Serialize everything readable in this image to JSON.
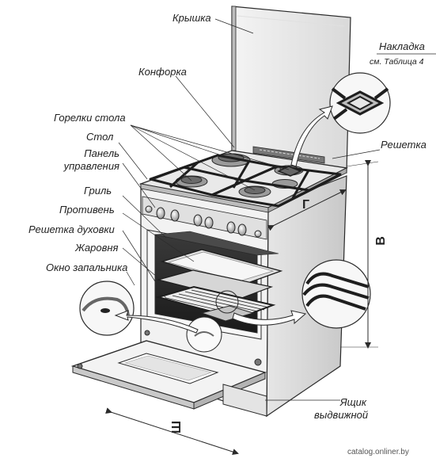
{
  "labels": {
    "lid": "Крышка",
    "burner": "Конфорка",
    "overlay": "Накладка",
    "overlay_note": "см. Таблица 4",
    "table_burners": "Горелки стола",
    "table": "Стол",
    "panel_line1": "Панель",
    "panel_line2": "управления",
    "grate": "Решетка",
    "grill": "Гриль",
    "tray": "Противень",
    "oven_rack": "Решетка духовки",
    "roaster": "Жаровня",
    "igniter_window": "Окно запальника",
    "drawer_line1": "Ящик",
    "drawer_line2": "выдвижной"
  },
  "dimensions": {
    "depth": "Г",
    "height": "В",
    "width": "Ш"
  },
  "watermark": "catalog.onliner.by",
  "colors": {
    "line": "#2a2a2a",
    "shade": "#cfcfcf",
    "dark": "#555555"
  }
}
